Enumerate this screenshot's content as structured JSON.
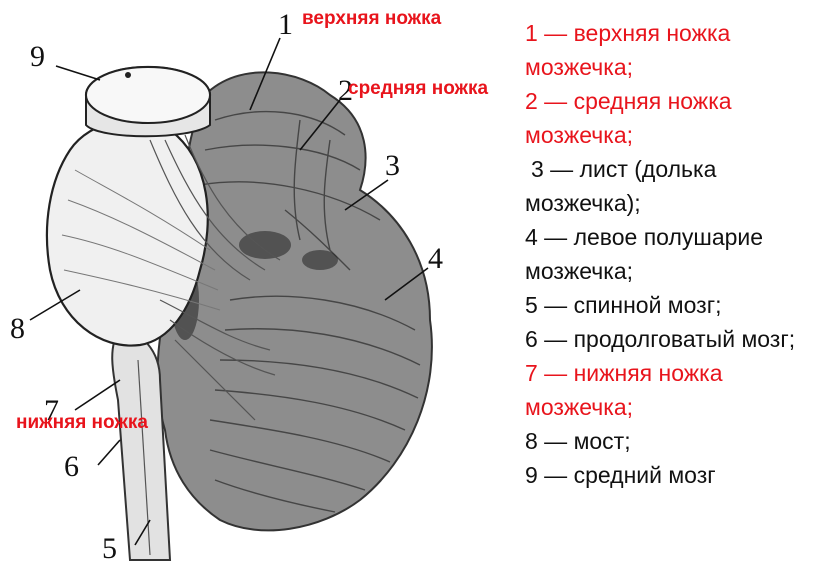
{
  "diagram": {
    "numbers": [
      "1",
      "2",
      "3",
      "4",
      "5",
      "6",
      "7",
      "8",
      "9"
    ],
    "labels": {
      "upper": "верхняя ножка",
      "middle": "средняя ножка",
      "lower": "нижняя ножка"
    }
  },
  "legend": [
    {
      "text": "1 — верхняя ножка",
      "color": "#e8141c"
    },
    {
      "text": "мозжечка;",
      "color": "#e8141c"
    },
    {
      "text": "2 — средняя ножка",
      "color": "#e8141c"
    },
    {
      "text": "мозжечка;",
      "color": "#e8141c"
    },
    {
      "text": "3 — лист (долька",
      "color": "#111111"
    },
    {
      "text": "мозжечка);",
      "color": "#111111"
    },
    {
      "text": "4 — левое полушарие",
      "color": "#111111"
    },
    {
      "text": "мозжечка;",
      "color": "#111111"
    },
    {
      "text": "5 — спинной мозг;",
      "color": "#111111"
    },
    {
      "text": "6 — продолговатый мозг;",
      "color": "#111111"
    },
    {
      "text": "7 — нижняя ножка",
      "color": "#e8141c"
    },
    {
      "text": "мозжечка;",
      "color": "#e8141c"
    },
    {
      "text": "8 — мост;",
      "color": "#111111"
    },
    {
      "text": "9 — средний мозг",
      "color": "#111111"
    }
  ]
}
